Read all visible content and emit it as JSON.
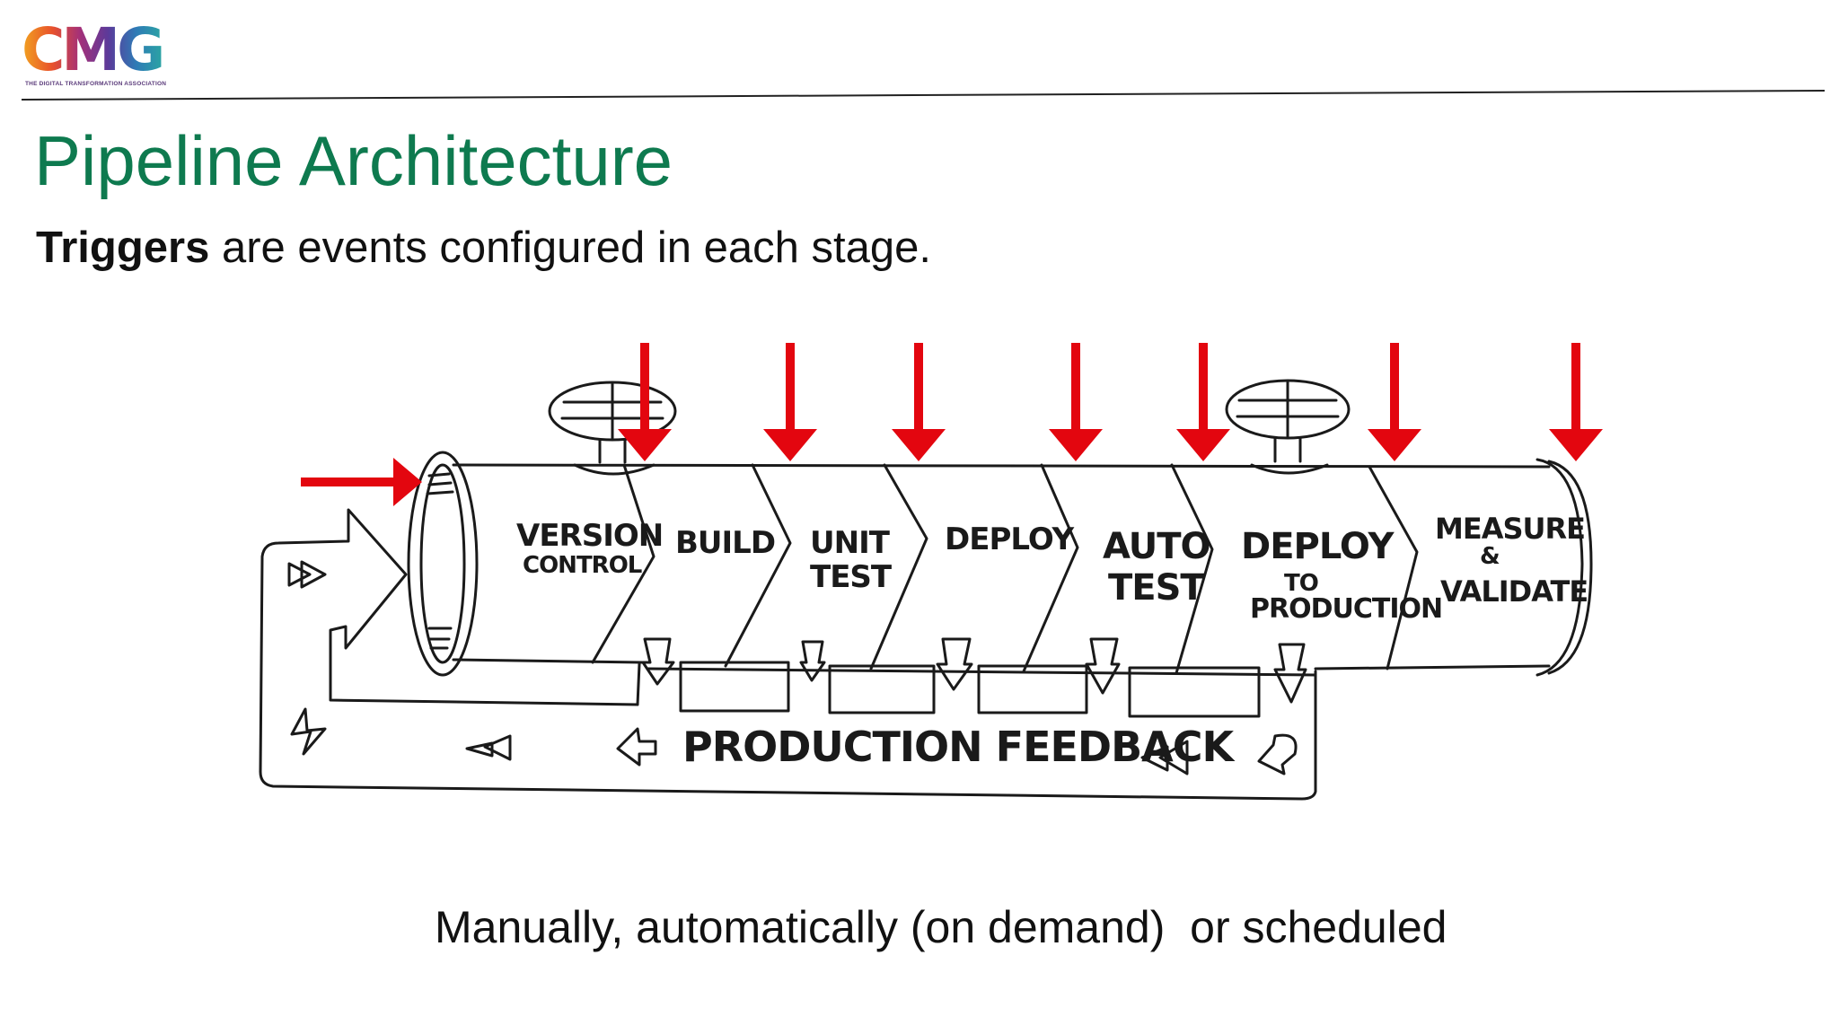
{
  "logo": {
    "text": "CMG",
    "tagline": "THE DIGITAL TRANSFORMATION ASSOCIATION"
  },
  "title": "Pipeline Architecture",
  "subtitle": {
    "bold": "Triggers",
    "rest": " are events configured in each stage."
  },
  "stages": [
    {
      "id": "version-control",
      "line1": "VERSION",
      "line2": "CONTROL"
    },
    {
      "id": "build",
      "line1": "BUILD",
      "line2": ""
    },
    {
      "id": "unit-test",
      "line1": "UNIT",
      "line2": "TEST"
    },
    {
      "id": "deploy",
      "line1": "DEPLOY",
      "line2": ""
    },
    {
      "id": "auto-test",
      "line1": "AUTO",
      "line2": "TEST"
    },
    {
      "id": "deploy-to-production",
      "line1": "DEPLOY",
      "line2": "TO",
      "line3": "PRODUCTION"
    },
    {
      "id": "measure-validate",
      "line1": "MEASURE",
      "line2": "&",
      "line3": "VALIDATE"
    }
  ],
  "feedback_label": "PRODUCTION FEEDBACK",
  "caption": "Manually, automatically (on demand)  or scheduled",
  "colors": {
    "title": "#0e7a4f",
    "trigger_arrow": "#e3060f",
    "outline": "#1a1a1a"
  }
}
